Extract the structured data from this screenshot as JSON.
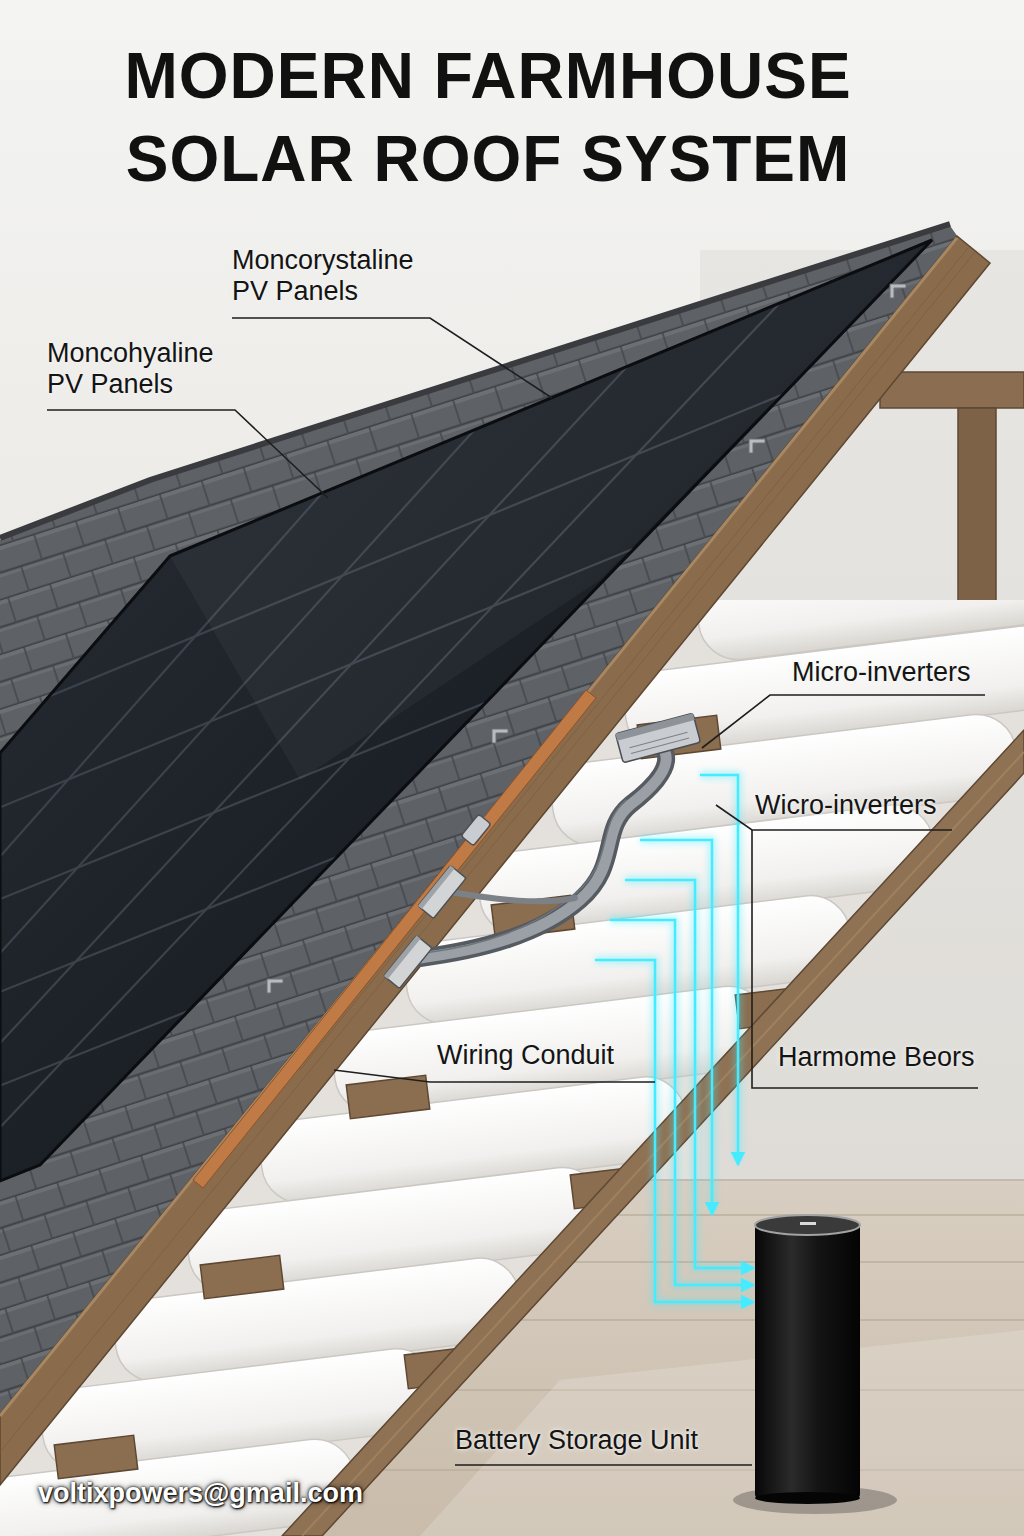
{
  "diagram": {
    "title": "MODERN FARMHOUSE SOLAR ROOF SYSTEM",
    "labels": [
      "Moncorystaline PV Panels",
      "Moncohyaline PV Panels",
      "Micro-inverters",
      "Wicro-inverters",
      "Wiring Conduit",
      "Harmome Beors",
      "Battery Storage Unit",
      "voltixpowers@gmail.com"
    ]
  }
}
